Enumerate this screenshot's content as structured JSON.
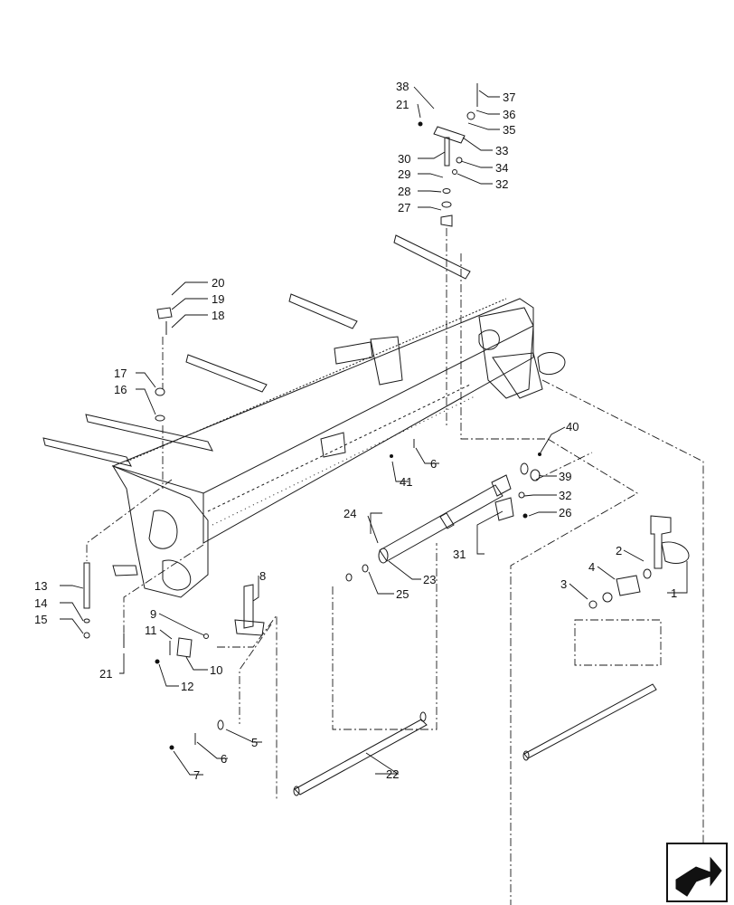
{
  "diagram": {
    "callouts": [
      "1",
      "2",
      "3",
      "4",
      "5",
      "6",
      "6",
      "7",
      "8",
      "9",
      "10",
      "11",
      "12",
      "13",
      "14",
      "15",
      "16",
      "17",
      "18",
      "19",
      "20",
      "21",
      "21",
      "22",
      "23",
      "24",
      "25",
      "26",
      "27",
      "28",
      "29",
      "30",
      "31",
      "32",
      "32",
      "33",
      "34",
      "35",
      "36",
      "37",
      "38",
      "39",
      "40",
      "41"
    ],
    "nav_icon": "next-page-arrow-icon"
  }
}
